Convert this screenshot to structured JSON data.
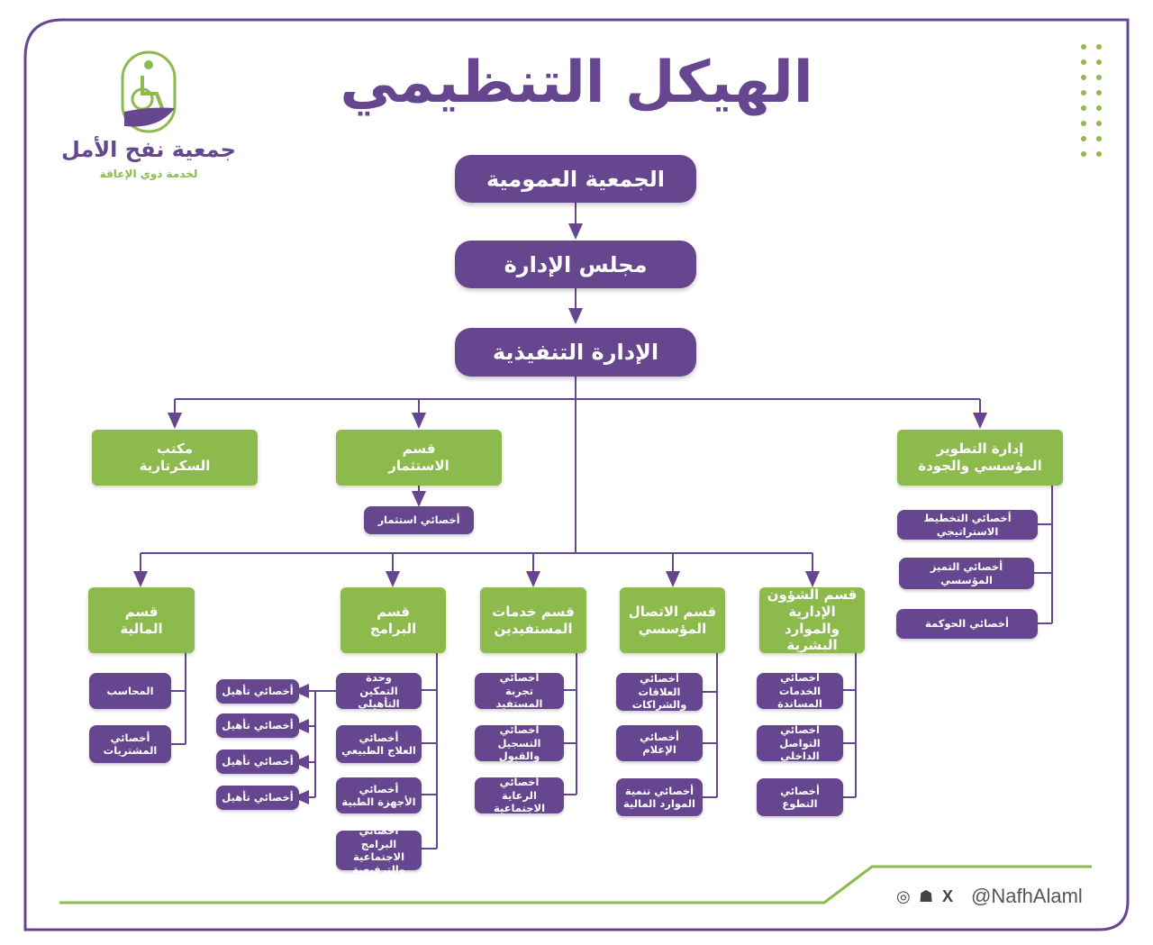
{
  "title": "الهيكل التنظيمي",
  "logo": {
    "name": "جمعية نفح الأمل",
    "tagline": "لخدمة ذوي الإعاقة"
  },
  "colors": {
    "purple": "#65468f",
    "green": "#8cba4c",
    "line": "#65468f"
  },
  "top_levels": [
    {
      "label": "الجمعية العمومية"
    },
    {
      "label": "مجلس الإدارة"
    },
    {
      "label": "الإدارة التنفيذية"
    }
  ],
  "upper_depts": {
    "quality": "إدارة التطوير\nالمؤسسي والجودة",
    "investment": "قسم\nالاستثمار",
    "secretariat": "مكتب\nالسكرتارية"
  },
  "investment_staff": "أخصائي استثمار",
  "quality_staff": [
    "أخصائي التخطيط الاستراتيجي",
    "أخصائي التميز المؤسسي",
    "أخصائي الحوكمة"
  ],
  "lower_depts": {
    "admin_hr": "قسم الشؤون\nالإدارية والموارد\nالبشرية",
    "communication": "قسم الاتصال\nالمؤسسي",
    "beneficiaries": "قسم خدمات\nالمستفيدين",
    "programs": "قسم\nالبرامج",
    "finance": "قسم\nالمالية"
  },
  "admin_hr_staff": [
    "أخصائي\nالخدمات المساندة",
    "أخصائي\nالتواصل الداخلي",
    "أخصائي\nالتطوع"
  ],
  "communication_staff": [
    "أخصائي\nالعلاقات والشراكات",
    "أخصائي\nالإعلام",
    "أخصائي تنمية\nالموارد المالية"
  ],
  "beneficiaries_staff": [
    "أخصائي\nتجربة المستفيد",
    "أخصائي\nالتسجيل والقبول",
    "أخصائي\nالرعاية الاجتماعية"
  ],
  "programs_staff": [
    "وحدة\nالتمكين التأهيلي",
    "أخصائي\nالعلاج الطبيعي",
    "أخصائي\nالأجهزة الطبية",
    "أخصائي البرامج\nالاجتماعية والترفيهية"
  ],
  "rehab_staff": [
    "أخصائي تأهيل",
    "أخصائي تأهيل",
    "أخصائي تأهيل",
    "أخصائي تأهيل"
  ],
  "finance_staff": [
    "المحاسب",
    "أخصائي\nالمشتريات"
  ],
  "footer": {
    "handle": "@NafhAlaml",
    "icons": [
      "instagram-icon",
      "snapchat-icon",
      "x-icon"
    ]
  }
}
